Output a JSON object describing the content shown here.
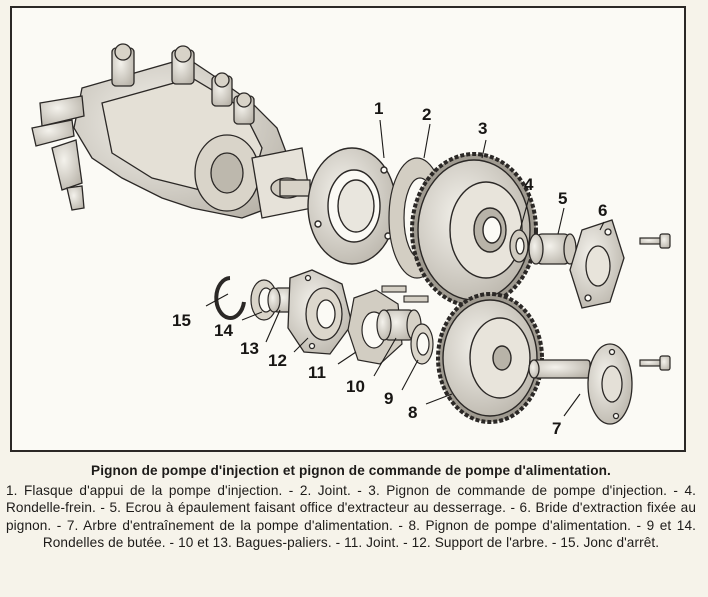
{
  "figure": {
    "part_numbers": [
      "1",
      "2",
      "3",
      "4",
      "5",
      "6",
      "7",
      "8",
      "9",
      "10",
      "11",
      "12",
      "13",
      "14",
      "15"
    ]
  },
  "caption": {
    "title": "Pignon de pompe d'injection et pignon de commande de pompe d'alimentation.",
    "legend": "1. Flasque d'appui de la pompe d'injection. - 2. Joint. - 3. Pignon de commande de pompe d'injection. - 4. Rondelle-frein. - 5. Ecrou à épaulement faisant office d'extracteur au desserrage. - 6. Bride d'extraction fixée au pignon. - 7. Arbre d'entraînement de la pompe d'alimentation. - 8. Pignon de pompe d'alimentation. - 9 et 14. Rondelles de butée. - 10 et 13. Bagues-paliers. - 11. Joint. - 12. Support de l'arbre. - 15. Jonc d'arrêt."
  },
  "colors": {
    "ink": "#1d1b19",
    "paper": "#fbfaf5",
    "shade": "#c9c5bb"
  }
}
